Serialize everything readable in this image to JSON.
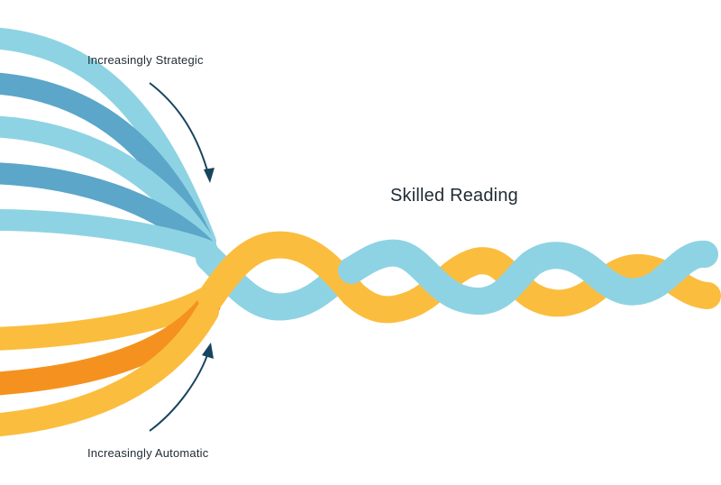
{
  "labels": {
    "strategic": "Increasingly Strategic",
    "automatic": "Increasingly Automatic",
    "skilled": "Skilled Reading"
  },
  "colors": {
    "light_blue": "#8ed3e3",
    "mid_blue": "#5ba6c9",
    "yellow": "#fbbd3e",
    "orange": "#f5921f",
    "arrow": "#17445e",
    "text": "#1f2a33"
  },
  "icons": {
    "strategic_arrow": "arrow-down-right-icon",
    "automatic_arrow": "arrow-up-right-icon"
  }
}
